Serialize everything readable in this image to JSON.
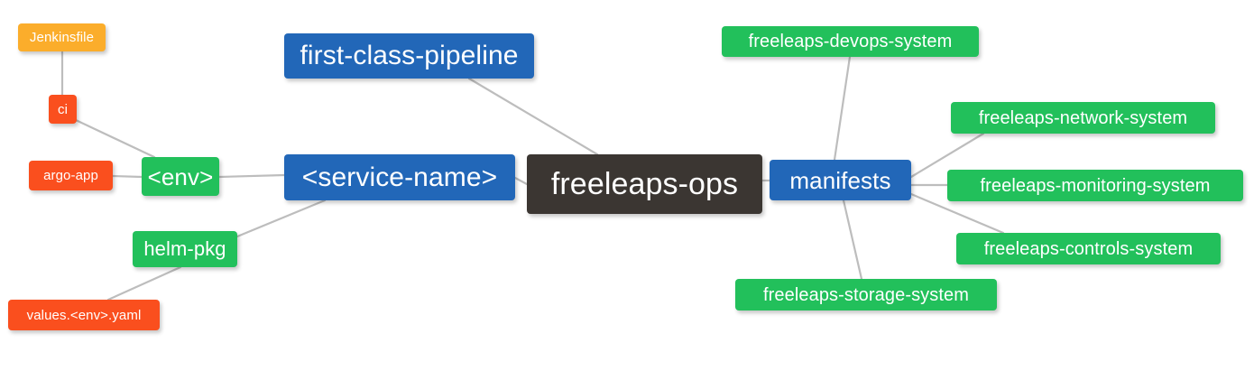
{
  "diagram": {
    "type": "mindmap",
    "title": "freeleaps-ops",
    "background": "#ffffff",
    "edge_color": "#bdbdbd",
    "palette": {
      "root_dark": "#3b3632",
      "blue": "#2267b8",
      "green": "#22c05b",
      "orange": "#fbad2b",
      "red_orange": "#fa4f1e"
    }
  },
  "nodes": {
    "root": {
      "label": "freeleaps-ops",
      "color": "#3b3632"
    },
    "service_name": {
      "label": "<service-name>",
      "color": "#2267b8"
    },
    "first_class_pipeline": {
      "label": "first-class-pipeline",
      "color": "#2267b8"
    },
    "manifests": {
      "label": "manifests",
      "color": "#2267b8"
    },
    "env": {
      "label": "<env>",
      "color": "#22c05b"
    },
    "helm_pkg": {
      "label": "helm-pkg",
      "color": "#22c05b"
    },
    "jenkinsfile": {
      "label": "Jenkinsfile",
      "color": "#fbad2b"
    },
    "ci": {
      "label": "ci",
      "color": "#fa4f1e"
    },
    "argo_app": {
      "label": "argo-app",
      "color": "#fa4f1e"
    },
    "values_yaml": {
      "label": "values.<env>.yaml",
      "color": "#fa4f1e"
    },
    "devops_system": {
      "label": "freeleaps-devops-system",
      "color": "#22c05b"
    },
    "network_system": {
      "label": "freeleaps-network-system",
      "color": "#22c05b"
    },
    "monitoring_system": {
      "label": "freeleaps-monitoring-system",
      "color": "#22c05b"
    },
    "controls_system": {
      "label": "freeleaps-controls-system",
      "color": "#22c05b"
    },
    "storage_system": {
      "label": "freeleaps-storage-system",
      "color": "#22c05b"
    }
  },
  "edges": [
    {
      "from": "root",
      "to": "service_name"
    },
    {
      "from": "root",
      "to": "first_class_pipeline"
    },
    {
      "from": "root",
      "to": "manifests"
    },
    {
      "from": "service_name",
      "to": "env"
    },
    {
      "from": "service_name",
      "to": "helm_pkg"
    },
    {
      "from": "env",
      "to": "ci"
    },
    {
      "from": "env",
      "to": "argo_app"
    },
    {
      "from": "ci",
      "to": "jenkinsfile"
    },
    {
      "from": "helm_pkg",
      "to": "values_yaml"
    },
    {
      "from": "manifests",
      "to": "devops_system"
    },
    {
      "from": "manifests",
      "to": "network_system"
    },
    {
      "from": "manifests",
      "to": "monitoring_system"
    },
    {
      "from": "manifests",
      "to": "controls_system"
    },
    {
      "from": "manifests",
      "to": "storage_system"
    }
  ]
}
